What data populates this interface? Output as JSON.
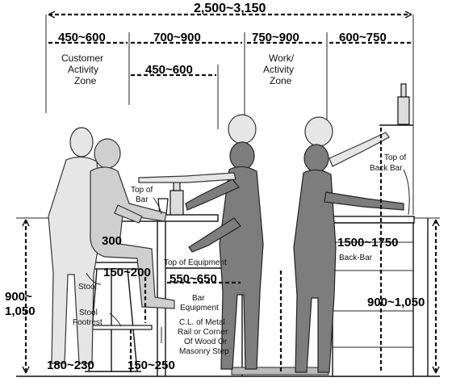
{
  "dimensions": {
    "overall": "2,500~3,150",
    "customer_zone": "450~600",
    "bar_top": "700~900",
    "work_zone": "750~900",
    "back_bar": "600~750",
    "counter_overhang": "450~600",
    "knee": "300",
    "stool_to_footrest": "150~200",
    "equipment_depth": "550~650",
    "back_bar_height": "1500~1750",
    "bar_height_left": "900~\n1,050",
    "bar_height_left_a": "900~",
    "bar_height_left_b": "1,050",
    "back_bar_counter_height": "900~1,050",
    "footrest_height": "180~230",
    "footrest_offset": "150~250"
  },
  "labels": {
    "customer_zone_1": "Customer",
    "customer_zone_2": "Activity",
    "customer_zone_3": "Zone",
    "work_zone_1": "Work/",
    "work_zone_2": "Activity",
    "work_zone_3": "Zone",
    "top_of_bar_1": "Top of",
    "top_of_bar_2": "Bar",
    "top_of_back_bar_1": "Top of",
    "top_of_back_bar_2": "Back Bar",
    "top_of_equipment": "Top of Equipment",
    "back_bar": "Back-Bar",
    "stool": "Stool",
    "stool_footrest_1": "Stool",
    "stool_footrest_2": "Footrest",
    "bar_equipment_1": "Bar",
    "bar_equipment_2": "Equipment",
    "rail_1": "C.L. of Metal",
    "rail_2": "Rail or Corner",
    "rail_3": "Of Wood Or",
    "rail_4": "Masonry Step"
  }
}
